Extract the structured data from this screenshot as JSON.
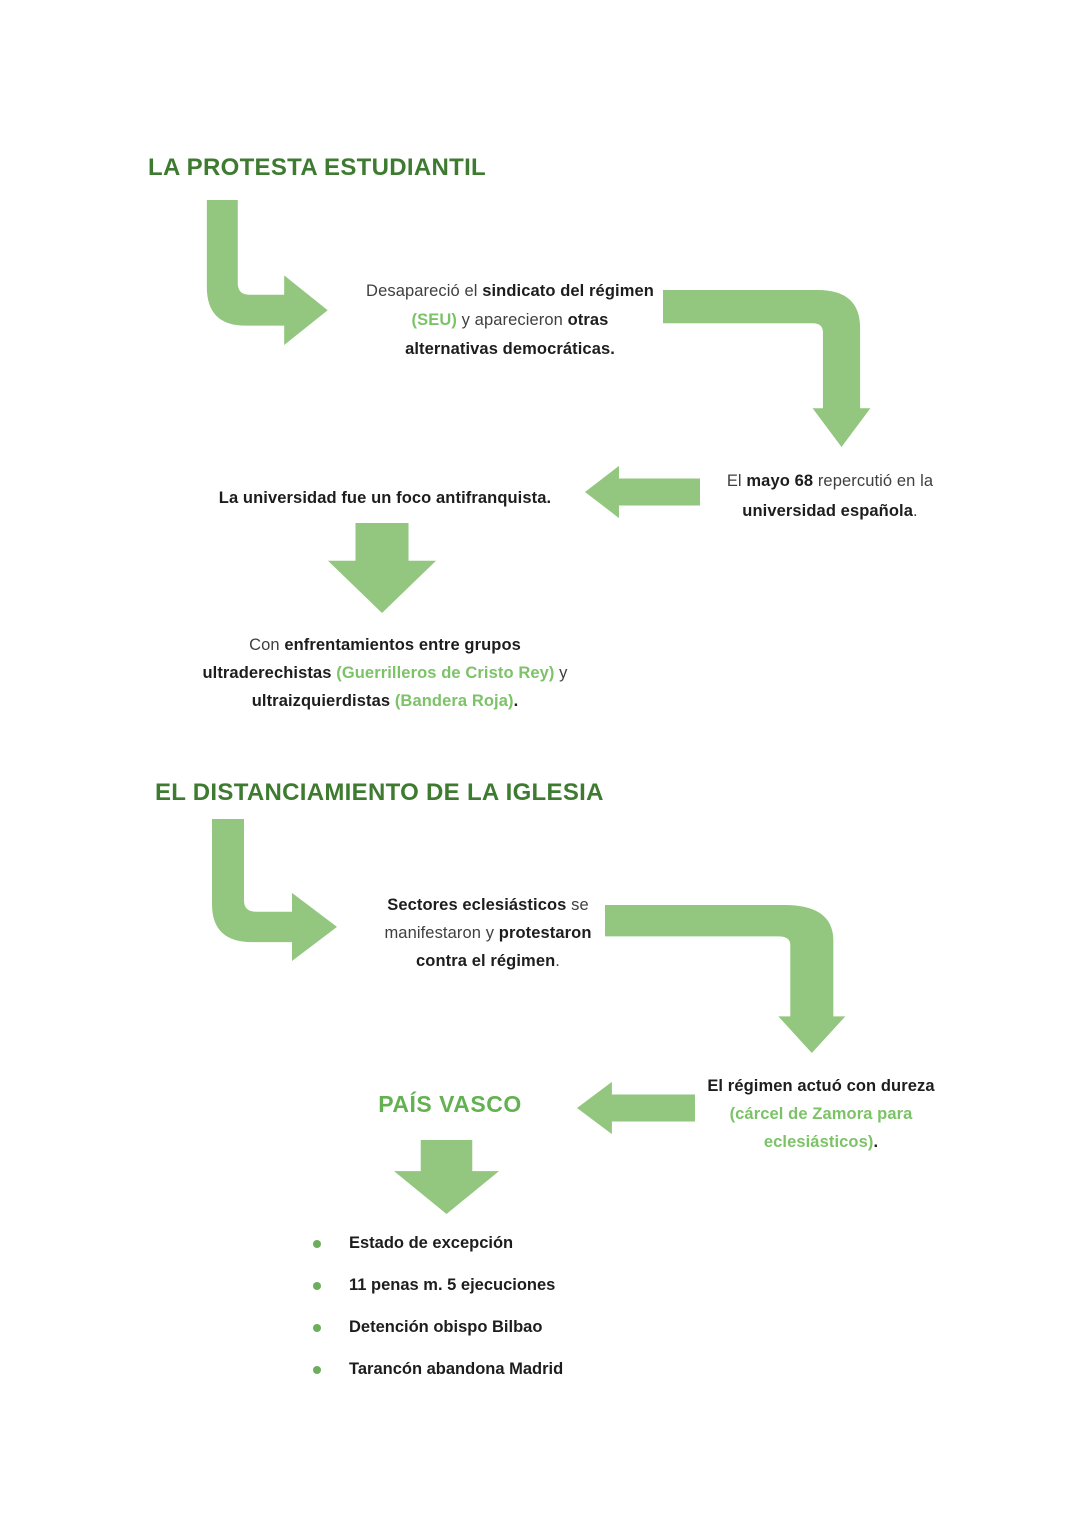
{
  "colors": {
    "background": "#ffffff",
    "heading_green": "#3e7b31",
    "subheading_green": "#63b151",
    "arrow_green": "#93c67e",
    "text_green": "#7cc368",
    "text_dark": "#1d1d1d",
    "bullet_green": "#6cae5b"
  },
  "icons": {
    "arrow_elbow_down_right": "↳",
    "arrow_elbow_right_down": "⮧",
    "arrow_left": "←",
    "arrow_down": "↓",
    "bullet": "•"
  },
  "flow1": {
    "title": "LA PROTESTA ESTUDIANTIL",
    "seu": {
      "line1": {
        "normal": "Desapareció el ",
        "bold": "sindicato del régimen"
      },
      "line2": {
        "green": "(SEU)",
        "normal": " y aparecieron ",
        "bold": "otras"
      },
      "line3": {
        "bold": "alternativas democráticas."
      }
    },
    "mayo68": {
      "line1": {
        "pre": "El ",
        "bold": "mayo 68",
        "post": " repercutió en la"
      },
      "line2": {
        "bold": "universidad española",
        "post": "."
      }
    },
    "universidad": {
      "line1": {
        "bold": "La universidad fue un foco antifranquista."
      }
    },
    "enfrentamientos": {
      "line1": {
        "pre": "Con ",
        "bold": "enfrentamientos entre grupos"
      },
      "line2": {
        "bold": "ultraderechistas ",
        "green": "(Guerrilleros de Cristo Rey)",
        "post": " y"
      },
      "line3": {
        "bold": "ultraizquierdistas ",
        "green": "(Bandera Roja)",
        "post": "."
      }
    }
  },
  "flow2": {
    "title": "EL DISTANCIAMIENTO DE LA IGLESIA",
    "sectores": {
      "line1": {
        "bold": "Sectores eclesiásticos",
        "post": " se"
      },
      "line2": {
        "pre": "manifestaron y ",
        "bold": "protestaron"
      },
      "line3": {
        "bold": "contra el régimen",
        "post": "."
      }
    },
    "regimen": {
      "line1": {
        "bold": "El régimen actuó con dureza"
      },
      "line2": {
        "green": "(cárcel de Zamora para"
      },
      "line3": {
        "green": "eclesiásticos)",
        "post": "."
      }
    },
    "pais_vasco": {
      "subtitle": "PAÍS VASCO",
      "items": [
        "Estado de excepción",
        "11 penas m. 5 ejecuciones",
        "Detención obispo Bilbao",
        "Tarancón abandona Madrid"
      ]
    }
  }
}
